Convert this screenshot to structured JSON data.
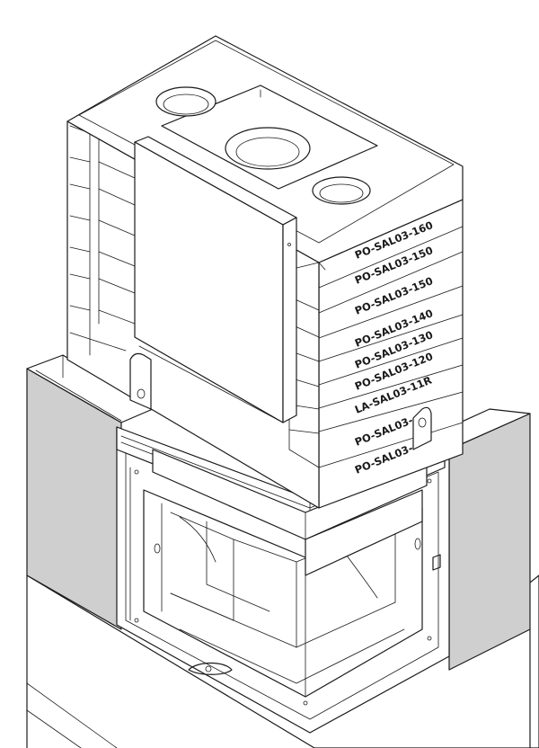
{
  "drawing": {
    "colors": {
      "line": "#1a1a1a",
      "background": "#ffffff",
      "side_panel": "#cfcfcf",
      "panel_shade": "#bdbdbd"
    },
    "labels": [
      "PO-SAL03-160",
      "PO-SAL03-150",
      "PO-SAL03-150",
      "PO-SAL03-140",
      "PO-SAL03-130",
      "PO-SAL03-120",
      "LA-SAL03-11R",
      "PO-SAL03-",
      "PO-SAL03-"
    ]
  }
}
